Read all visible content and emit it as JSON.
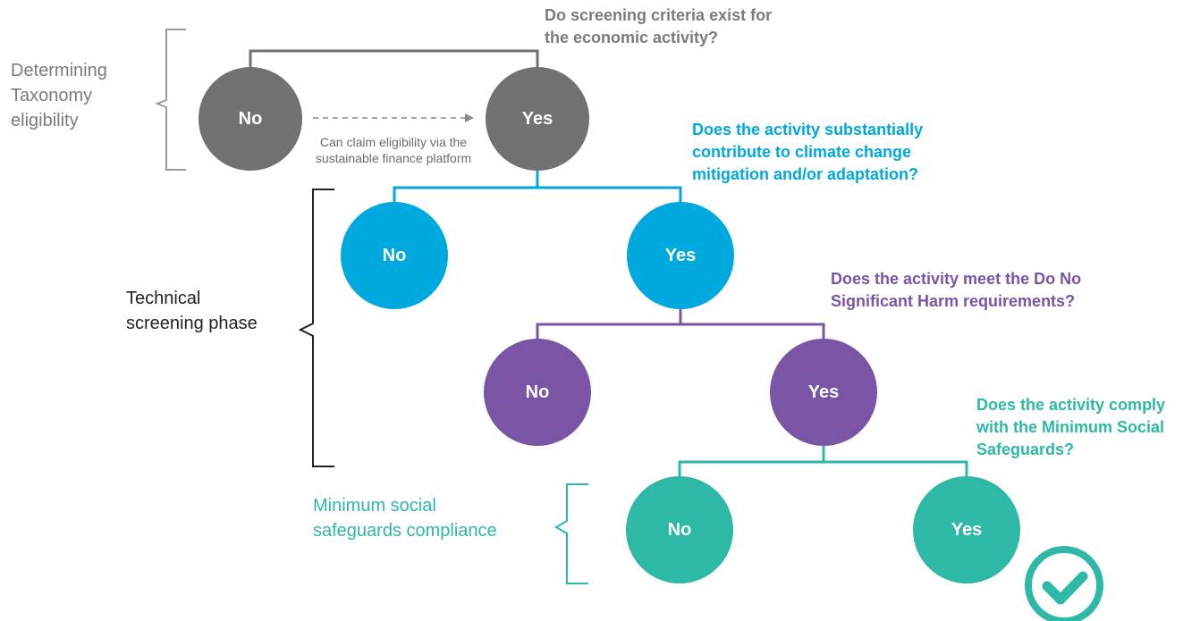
{
  "colors": {
    "gray": "#717171",
    "gray_text": "#7b7b7b",
    "blue": "#00a9dd",
    "purple": "#7a55a5",
    "teal": "#2eb8a6",
    "black": "#222222"
  },
  "phases": {
    "eligibility": "Determining\nTaxonomy\neligibility",
    "technical": "Technical\nscreening phase",
    "social": "Minimum social\nsafeguards compliance"
  },
  "questions": {
    "q1": "Do screening criteria exist for\nthe economic activity?",
    "q2": "Does the activity substantially\ncontribute to climate change\nmitigation and/or adaptation?",
    "q3": "Does the activity meet the Do No\nSignificant Harm requirements?",
    "q4": "Does the activity comply\nwith the Minimum Social\nSafeguards?"
  },
  "note": "Can claim eligibility via the\nsustainable finance platform",
  "nodes": {
    "l1_no": "No",
    "l1_yes": "Yes",
    "l2_no": "No",
    "l2_yes": "Yes",
    "l3_no": "No",
    "l3_yes": "Yes",
    "l4_no": "No",
    "l4_yes": "Yes"
  },
  "icons": {
    "final": "check-circle-icon",
    "eligibility_arrow": "dashed-arrow-icon"
  }
}
